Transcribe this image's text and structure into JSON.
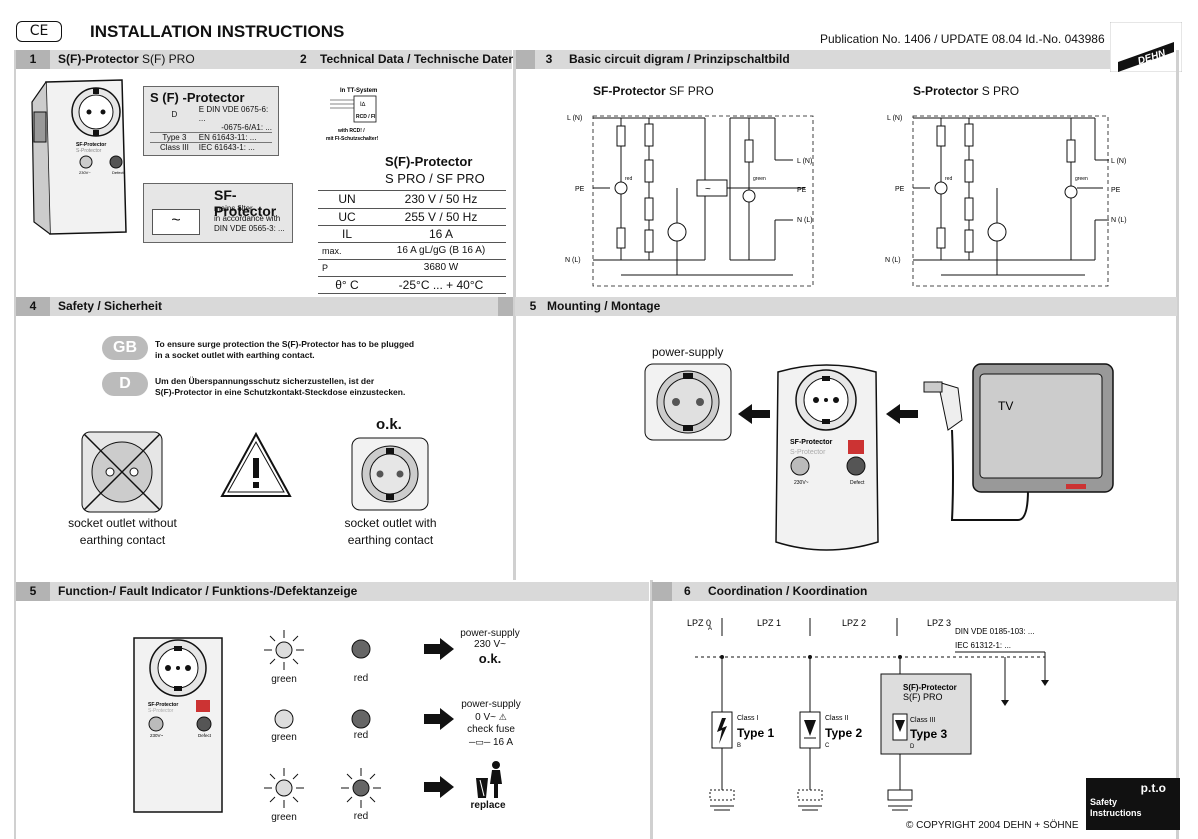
{
  "header": {
    "ce_mark": "CE",
    "title": "INSTALLATION INSTRUCTIONS",
    "publication": "Publication No. 1406 / UPDATE 08.04  Id.-No. 043986",
    "logo": "DEHN"
  },
  "sections": {
    "s1": {
      "num": "1",
      "title": "S(F)-Protector",
      "subtitle": "S(F) PRO"
    },
    "s2": {
      "num": "2",
      "title": "Technical Data / Technische Daten"
    },
    "s3": {
      "num": "3",
      "title": "Basic circuit digram / Prinzipschaltbild"
    },
    "s4": {
      "num": "4",
      "title": "Safety / Sicherheit"
    },
    "s5a": {
      "num": "5",
      "title": "Mounting / Montage"
    },
    "s5b": {
      "num": "5",
      "title": "Function-/ Fault Indicator   /   Funktions-/Defektanzeige"
    },
    "s6": {
      "num": "6",
      "title": "Coordination / Koordination"
    }
  },
  "s1": {
    "box1": {
      "title": "S (F) -Protector",
      "rows": [
        [
          "D",
          "E DIN VDE 0675-6: ..."
        ],
        [
          "",
          "-0675-6/A1: ..."
        ],
        [
          "Type 3",
          "EN 61643-11: ..."
        ],
        [
          "Class III",
          "IEC 61643-1: ..."
        ]
      ]
    },
    "box2": {
      "title": "SF-Protector",
      "line1": "mains filter",
      "line2": "in accordance with",
      "line3": "DIN VDE 0565-3: ..."
    },
    "device_label": "SF-Protector",
    "device_sub": "S-Protector",
    "device_230": "230V~",
    "device_defect": "Defect"
  },
  "s2": {
    "tt_title": "In TT-System",
    "tt_rcd": "RCD / FI",
    "tt_note1": "with RCD! /",
    "tt_note2": "mit FI-Schutzschalter!",
    "table_title": "S(F)-Protector",
    "table_sub": "S PRO / SF PRO",
    "rows": [
      {
        "k": "UN",
        "v": "230 V / 50 Hz"
      },
      {
        "k": "UC",
        "v": "255 V / 50 Hz"
      },
      {
        "k": "IL",
        "v": "16 A"
      },
      {
        "k": "max.",
        "v": "16 A gL/gG (B 16 A)"
      },
      {
        "k": "P",
        "v": "3680 W"
      },
      {
        "k": "θ° C",
        "v": "-25°C ... + 40°C"
      }
    ]
  },
  "s3": {
    "left_title_bold": "SF-Protector",
    "left_title": "SF PRO",
    "right_title_bold": "S-Protector",
    "right_title": "S PRO",
    "ln": "L (N)",
    "pe": "PE",
    "nl": "N (L)",
    "red": "red",
    "green": "green"
  },
  "s4": {
    "gb": "GB",
    "d": "D",
    "text_gb1": "To ensure surge protection the S(F)-Protector has to be plugged",
    "text_gb2": "in a socket outlet with earthing contact.",
    "text_d1": "Um den Überspannungsschutz sicherzustellen, ist der",
    "text_d2": "S(F)-Protector in eine Schutzkontakt-Steckdose einzustecken.",
    "ok": "o.k.",
    "cap_left1": "socket outlet without",
    "cap_left2": "earthing contact",
    "cap_right1": "socket outlet with",
    "cap_right2": "earthing contact"
  },
  "s5a": {
    "power_supply": "power-supply",
    "tv": "TV",
    "device_label": "SF-Protector",
    "device_sub": "S-Protector",
    "device_230": "230V~",
    "device_defect": "Defect"
  },
  "s5b": {
    "green": "green",
    "red": "red",
    "r1_ps": "power-supply",
    "r1_v": "230 V~",
    "r1_ok": "o.k.",
    "r2_ps": "power-supply",
    "r2_v": "0 V~",
    "r2_check": "check fuse",
    "r2_a": "16 A",
    "r3": "replace",
    "device_label": "SF-Protector",
    "device_sub": "S-Protector",
    "device_230": "230V~",
    "device_defect": "Defect"
  },
  "s6": {
    "lpz0": "LPZ 0",
    "lpz0_sub": "A",
    "lpz1": "LPZ 1",
    "lpz2": "LPZ 2",
    "lpz3": "LPZ 3",
    "norm1": "DIN VDE 0185-103: ...",
    "norm2": "IEC 61312-1: ...",
    "c1_class": "Class I",
    "c1_type": "Type 1",
    "c1_sub": "B",
    "c2_class": "Class II",
    "c2_type": "Type 2",
    "c2_sub": "C",
    "c3_name": "S(F)-Protector",
    "c3_pro": "S(F) PRO",
    "c3_class": "Class III",
    "c3_type": "Type 3",
    "c3_sub": "D"
  },
  "footer": {
    "pto": "p.t.o",
    "safety1": "Safety",
    "safety2": "Instructions",
    "copyright": "© COPYRIGHT 2004 DEHN + SÖHNE"
  }
}
